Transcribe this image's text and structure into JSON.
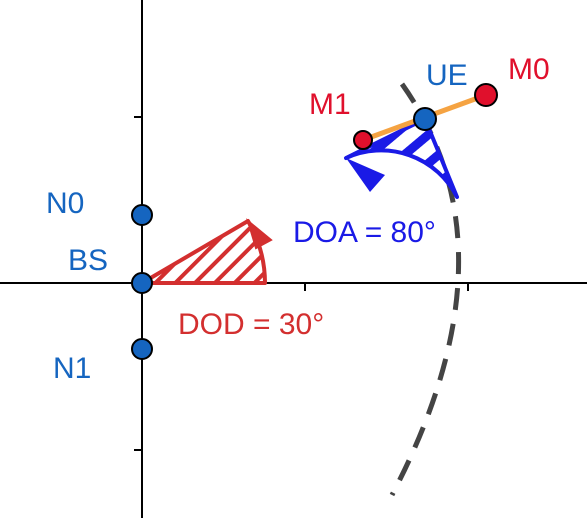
{
  "nodes": {
    "ue": "UE",
    "m0": "M0",
    "m1": "M1",
    "n0": "N0",
    "bs": "BS",
    "n1": "N1"
  },
  "angles": {
    "doa_label": "DOA = 80°",
    "dod_label": "DOD = 30°"
  },
  "colors": {
    "axis": "#000000",
    "node_blue": "#1565c0",
    "node_red": "#e0102c",
    "ue_link": "#f5a342",
    "doa_sector": "#1a1ae6",
    "dod_sector": "#d32f2f",
    "arc": "#444444"
  }
}
